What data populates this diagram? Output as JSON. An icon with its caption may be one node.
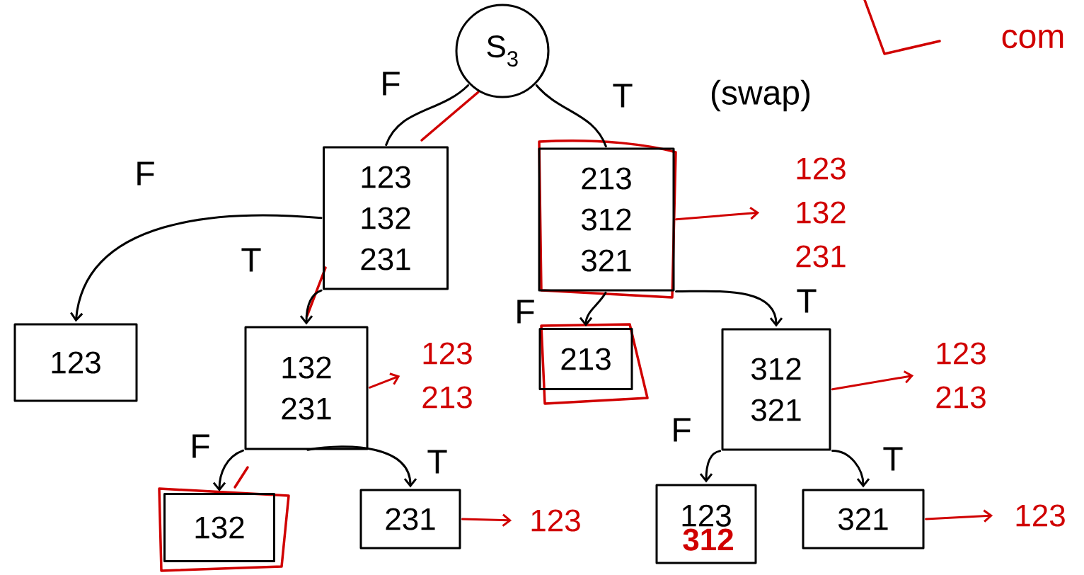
{
  "diagram": {
    "nodes": [
      {
        "text": [
          "S$_{3}$"
        ]
      },
      {
        "text": [
          "123 132 231"
        ]
      },
      {
        "text": [
          "213 312 321"
        ]
      },
      {
        "text": [
          "123"
        ]
      },
      {
        "text": [
          "132 231"
        ]
      },
      {
        "text": [
          "213"
        ]
      },
      {
        "text": [
          "312 321"
        ]
      },
      {
        "text": [
          "132"
        ]
      },
      {
        "text": [
          "231"
        ]
      },
      {
        "text": [
          "123",
          "312"
        ]
      },
      {
        "text": [
          "321"
        ]
      },
      {
        "text": [
          "123 132 231"
        ]
      },
      {
        "text": [
          "123 213"
        ]
      },
      {
        "text": [
          "123 213"
        ]
      },
      {
        "text": [
          "123"
        ]
      },
      {
        "text": [
          "123"
        ]
      }
    ],
    "edges": [
      {
        "from": 0,
        "to": 1,
        "arrow": "none",
        "label": "F"
      },
      {
        "from": 0,
        "to": 2,
        "arrow": "none",
        "label": "T"
      },
      {
        "from": 1,
        "to": 3,
        "arrow": "to",
        "label": "F"
      },
      {
        "from": 1,
        "to": 4,
        "arrow": "to",
        "label": "T"
      },
      {
        "from": 2,
        "to": 5,
        "arrow": "to",
        "label": "F"
      },
      {
        "from": 2,
        "to": 6,
        "arrow": "to",
        "label": "T"
      },
      {
        "from": 4,
        "to": 7,
        "arrow": "to",
        "label": "F"
      },
      {
        "from": 4,
        "to": 8,
        "arrow": "to",
        "label": "T"
      },
      {
        "from": 6,
        "to": 9,
        "arrow": "to",
        "label": "F"
      },
      {
        "from": 6,
        "to": 10,
        "arrow": "to",
        "label": "T"
      },
      {
        "from": 2,
        "to": 11,
        "arrow": "to",
        "color": "#d00000"
      },
      {
        "from": 4,
        "to": 12,
        "arrow": "to",
        "color": "#d00000"
      },
      {
        "from": 6,
        "to": 13,
        "arrow": "to",
        "color": "#d00000"
      },
      {
        "from": 8,
        "to": 14,
        "arrow": "to",
        "color": "#d00000"
      },
      {
        "from": 10,
        "to": 15,
        "arrow": "to",
        "color": "#d00000"
      }
    ],
    "labels": [
      "(swap)",
      "com"
    ]
  }
}
